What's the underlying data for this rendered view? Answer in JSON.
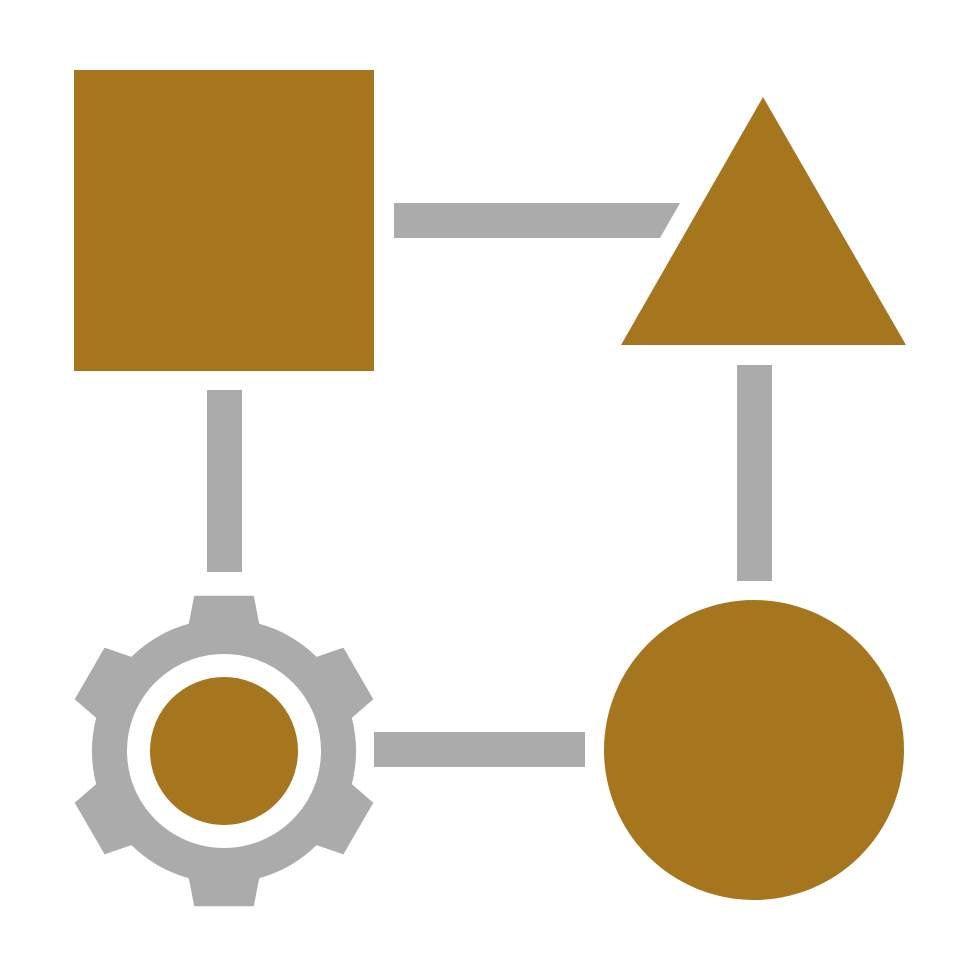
{
  "icon": {
    "name": "workflow-shapes-icon",
    "colors": {
      "primary": "#A5761D",
      "secondary": "#ABABAB",
      "background": "#FFFFFF"
    },
    "elements": [
      "square-node",
      "triangle-node",
      "circle-node",
      "gear-node",
      "connector-square-triangle",
      "connector-triangle-circle",
      "connector-gear-circle",
      "connector-square-gear"
    ]
  }
}
